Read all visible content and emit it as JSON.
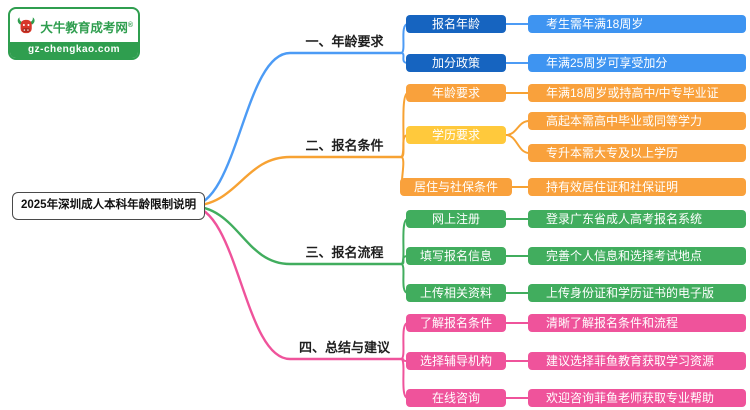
{
  "logo": {
    "brand": "大牛教育成考网",
    "reg_mark": "®",
    "url": "gz-chengkao.com"
  },
  "root": {
    "title": "2025年深圳成人本科年龄限制说明"
  },
  "branches": [
    {
      "label": "一、年龄要求",
      "color": "#4C9BF5",
      "children": [
        {
          "label": "报名年龄",
          "value": "考生需年满18周岁"
        },
        {
          "label": "加分政策",
          "value": "年满25周岁可享受加分"
        }
      ]
    },
    {
      "label": "二、报名条件",
      "color": "#F7A233",
      "children": [
        {
          "label": "年龄要求",
          "value": "年满18周岁或持高中/中专毕业证"
        },
        {
          "label": "学历要求",
          "values": [
            "高起本需高中毕业或同等学力",
            "专升本需大专及以上学历"
          ]
        },
        {
          "label": "居住与社保条件",
          "value": "持有效居住证和社保证明"
        }
      ]
    },
    {
      "label": "三、报名流程",
      "color": "#41AD5E",
      "children": [
        {
          "label": "网上注册",
          "value": "登录广东省成人高考报名系统"
        },
        {
          "label": "填写报名信息",
          "value": "完善个人信息和选择考试地点"
        },
        {
          "label": "上传相关资料",
          "value": "上传身份证和学历证书的电子版"
        }
      ]
    },
    {
      "label": "四、总结与建议",
      "color": "#EF539B",
      "children": [
        {
          "label": "了解报名条件",
          "value": "清晰了解报名条件和流程"
        },
        {
          "label": "选择辅导机构",
          "value": "建议选择菲鱼教育获取学习资源"
        },
        {
          "label": "在线咨询",
          "value": "欢迎咨询菲鱼老师获取专业帮助"
        }
      ]
    }
  ],
  "colors": {
    "branch_age": "#4C9BF5",
    "branch_conditions": "#F7A233",
    "branch_process": "#41AD5E",
    "branch_summary": "#EF539B",
    "node_dark_blue": "#1664C0",
    "node_blue": "#3E94F1",
    "node_orange": "#F9A13C",
    "node_yellow": "#FFC93C",
    "node_green": "#41AD5E",
    "node_pink": "#EF539B",
    "logo_green": "#2F9E4F"
  }
}
